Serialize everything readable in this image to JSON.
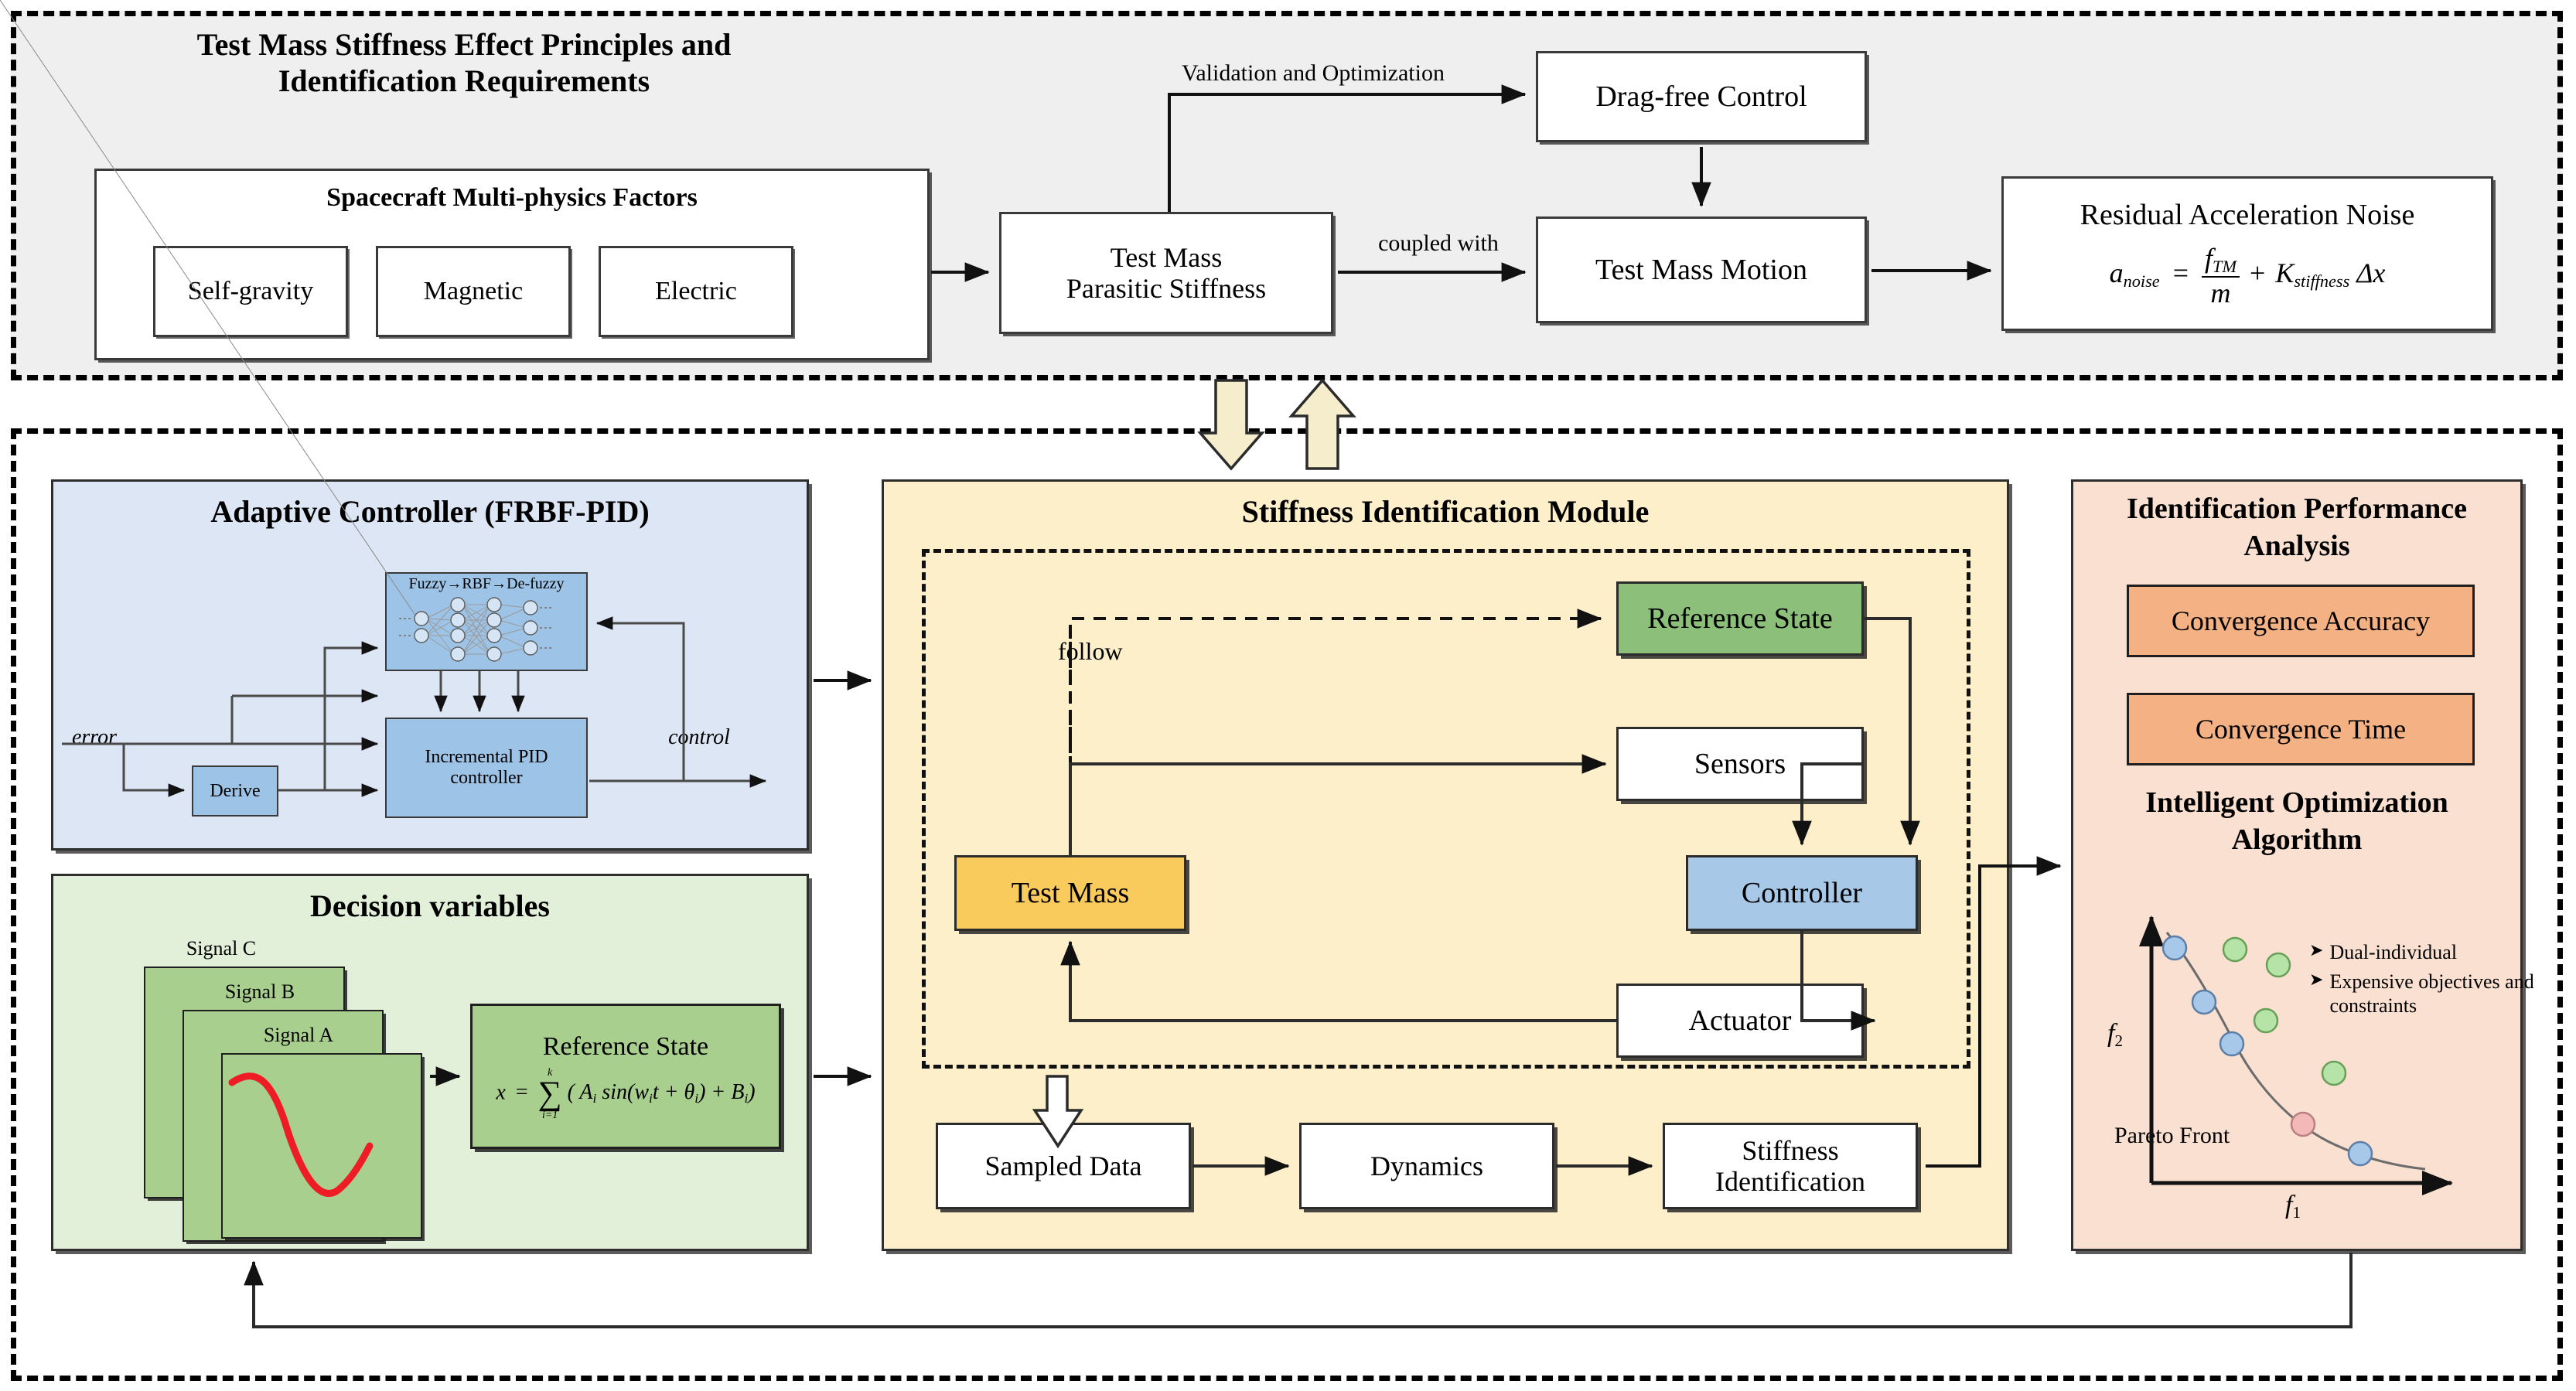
{
  "top": {
    "title": "Test Mass Stiffness Effect Principles and Identification Requirements",
    "factors_title": "Spacecraft Multi-physics Factors",
    "factors": [
      "Self-gravity",
      "Magnetic",
      "Electric"
    ],
    "parasitic": "Test Mass\nParasitic Stiffness",
    "parasitic_line1": "Test Mass",
    "parasitic_line2": "Parasitic Stiffness",
    "dragfree": "Drag-free Control",
    "motion": "Test Mass Motion",
    "noise_title": "Residual Acceleration Noise",
    "noise_formula": {
      "lhs": "a",
      "lhs_sub": "noise",
      "eq": "=",
      "num": "f",
      "num_sub": "TM",
      "den": "m",
      "plus": "+",
      "k": "K",
      "k_sub": "stiffness",
      "delta_x": "Δx"
    },
    "edge_validation": "Validation and Optimization",
    "edge_coupled": "coupled with"
  },
  "controller": {
    "title": "Adaptive Controller (FRBF-PID)",
    "rbf_label": "Fuzzy→RBF→De-fuzzy",
    "pid_line1": "Incremental PID",
    "pid_line2": "controller",
    "derive": "Derive",
    "in_label": "error",
    "out_label": "control"
  },
  "decision": {
    "title": "Decision variables",
    "signals": [
      "Signal  C",
      "Signal  B",
      "Signal  A"
    ],
    "ref_title": "Reference  State",
    "ref_formula": {
      "lhs": "x",
      "eq": "=",
      "sum_top": "k",
      "sum_bottom": "i=1",
      "body": "( A",
      "sub_i": "i",
      "sin": " sin(w",
      "t": "t + θ",
      "close": ") + B",
      "end": ")"
    },
    "ref_formula_text": "x = ∑ ( Aᵢ sin(wᵢ t + θᵢ) + Bᵢ )"
  },
  "stiffness": {
    "title": "Stiffness Identification Module",
    "follow_label": "follow",
    "nodes": {
      "reference_state": "Reference State",
      "sensors": "Sensors",
      "test_mass": "Test Mass",
      "controller": "Controller",
      "actuator": "Actuator",
      "sampled_data": "Sampled Data",
      "dynamics": "Dynamics",
      "stiff_id_line1": "Stiffness",
      "stiff_id_line2": "Identification"
    }
  },
  "performance": {
    "title_line1": "Identification Performance",
    "title_line2": "Analysis",
    "metrics": [
      "Convergence Accuracy",
      "Convergence Time"
    ],
    "opt_title_line1": "Intelligent Optimization",
    "opt_title_line2": "Algorithm",
    "bullets": [
      "Dual-individual",
      "Expensive objectives and constraints"
    ],
    "bullet_marker": "➤"
  },
  "chart_data": {
    "type": "scatter",
    "title": "Intelligent Optimization Algorithm",
    "xlabel": "f₁",
    "ylabel": "f₂",
    "annotation": "Pareto Front",
    "grid": false,
    "legend": "none",
    "series": [
      {
        "name": "Pareto front points",
        "color": "#a8c8ea",
        "points": [
          [
            0.13,
            0.83
          ],
          [
            0.21,
            0.63
          ],
          [
            0.3,
            0.47
          ],
          [
            0.72,
            0.13
          ]
        ]
      },
      {
        "name": "Selected point",
        "color": "#f3b8b8",
        "points": [
          [
            0.5,
            0.22
          ]
        ]
      },
      {
        "name": "Dominated points",
        "color": "#b6e3a8",
        "points": [
          [
            0.36,
            0.82
          ],
          [
            0.52,
            0.76
          ],
          [
            0.47,
            0.58
          ],
          [
            0.8,
            0.33
          ]
        ]
      }
    ],
    "pareto_curve": [
      [
        0.11,
        0.92
      ],
      [
        0.15,
        0.79
      ],
      [
        0.21,
        0.63
      ],
      [
        0.3,
        0.47
      ],
      [
        0.4,
        0.33
      ],
      [
        0.5,
        0.22
      ],
      [
        0.62,
        0.16
      ],
      [
        0.72,
        0.13
      ],
      [
        0.85,
        0.08
      ]
    ]
  },
  "colors": {
    "top_bg": "#efefef",
    "controller_panel": "#dce6f4",
    "controller_box": "#9dc3e6",
    "decision_panel": "#e2efd9",
    "decision_box": "#a9cf8f",
    "stiffness_panel": "#fdefc9",
    "perf_panel": "#fae0d0",
    "perf_box": "#f4b183",
    "reference_state": "#8cc07a",
    "test_mass": "#f9cb5c",
    "controller_node": "#a8c8e8",
    "block_arrow": "#f5edcb",
    "sine_red": "#ee1c25"
  }
}
